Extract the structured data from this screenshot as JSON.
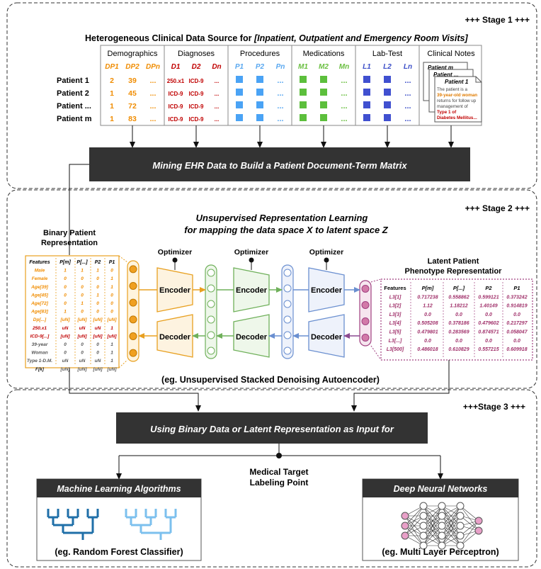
{
  "stages": {
    "s1": "+++ Stage 1 +++",
    "s2": "+++ Stage 2 +++",
    "s3": "+++Stage 3 +++"
  },
  "stage1": {
    "heading_plain": "Heterogeneous Clinical Data Source for ",
    "heading_italic": "[Inpatient, Outpatient and Emergency Room Visits]",
    "columns": [
      {
        "title": "Demographics",
        "headers": [
          "DP1",
          "DP2",
          "DPn"
        ],
        "color": "#f08c00",
        "rows": [
          [
            "2",
            "39",
            "..."
          ],
          [
            "1",
            "45",
            "..."
          ],
          [
            "1",
            "72",
            "..."
          ],
          [
            "1",
            "83",
            "..."
          ]
        ]
      },
      {
        "title": "Diagnoses",
        "headers": [
          "D1",
          "D2",
          "Dn"
        ],
        "color": "#c00000",
        "rows": [
          [
            "250.x1",
            "ICD-9",
            "..."
          ],
          [
            "ICD-9",
            "ICD-9",
            "..."
          ],
          [
            "ICD-9",
            "ICD-9",
            "..."
          ],
          [
            "ICD-9",
            "ICD-9",
            "..."
          ]
        ]
      },
      {
        "title": "Procedures",
        "headers": [
          "P1",
          "P2",
          "Pn"
        ],
        "color": "#5aa8f0",
        "square_color": "#4aa3f5"
      },
      {
        "title": "Medications",
        "headers": [
          "M1",
          "M2",
          "Mn"
        ],
        "color": "#6abf40",
        "square_color": "#5cbf3c"
      },
      {
        "title": "Lab-Test",
        "headers": [
          "L1",
          "L2",
          "Ln"
        ],
        "color": "#3c4fc8",
        "square_color": "#4050d0"
      },
      {
        "title": "Clinical Notes"
      }
    ],
    "patients": [
      "Patient 1",
      "Patient 2",
      "Patient ...",
      "Patient m"
    ],
    "notes": {
      "pm": "Patient m",
      "pdots": "Patient ...",
      "p1": "Patient 1",
      "line1": "The patient is a",
      "line2": "39-year-old woman",
      "line3": "returns for follow up",
      "line4": "management of",
      "line5": "Type 1 of",
      "line6": "Diabetes Mellitus..."
    },
    "mining_box": "Mining EHR Data to Build a Patient Document-Term Matrix"
  },
  "stage2": {
    "title_line1": "Unsupervised Representation Learning",
    "title_line2": "for mapping the data space X to latent space Z",
    "binary_label_1": "Binary Patient",
    "binary_label_2": "Representation",
    "latent_label_1": "Latent Patient",
    "latent_label_2": "Phenotype Representatior",
    "optimizer": "Optimizer",
    "encoder": "Encoder",
    "decoder": "Decoder",
    "caption": "(eg. Unsupervised Stacked Denoising Autoencoder)",
    "binary_table": {
      "headers": [
        "Features",
        "P[m]",
        "P[...]",
        "P2",
        "P1"
      ],
      "rows": [
        {
          "f": "Male",
          "c": "#f08c00",
          "v": [
            "1",
            "1",
            "1",
            "0"
          ]
        },
        {
          "f": "Female",
          "c": "#f08c00",
          "v": [
            "0",
            "0",
            "0",
            "1"
          ]
        },
        {
          "f": "Age[39]",
          "c": "#f08c00",
          "v": [
            "0",
            "0",
            "0",
            "1"
          ]
        },
        {
          "f": "Age[45]",
          "c": "#f08c00",
          "v": [
            "0",
            "0",
            "1",
            "0"
          ]
        },
        {
          "f": "Age[72]",
          "c": "#f08c00",
          "v": [
            "0",
            "1",
            "0",
            "0"
          ]
        },
        {
          "f": "Age[83]",
          "c": "#f08c00",
          "v": [
            "1",
            "0",
            "0",
            "0"
          ]
        },
        {
          "f": "Dp[...]",
          "c": "#f08c00",
          "v": [
            "[uN]",
            "[uN]",
            "[uN]",
            "[uN]"
          ]
        },
        {
          "f": "250.x1",
          "c": "#c00000",
          "v": [
            "uN",
            "uN",
            "uN",
            "1"
          ]
        },
        {
          "f": "ICD-9[...]",
          "c": "#c00000",
          "v": [
            "[uN]",
            "[uN]",
            "[uN]",
            "[uN]"
          ]
        },
        {
          "f": "39-year",
          "c": "#555555",
          "v": [
            "0",
            "0",
            "0",
            "1"
          ]
        },
        {
          "f": "Woman",
          "c": "#555555",
          "v": [
            "0",
            "0",
            "0",
            "1"
          ]
        },
        {
          "f": "Type 1-D.M.",
          "c": "#555555",
          "v": [
            "uN",
            "uN",
            "uN",
            "1"
          ]
        },
        {
          "f": "F[k]",
          "c": "#111111",
          "v": [
            "[uN]",
            "[uN]",
            "[uN]",
            "[uN]"
          ]
        }
      ]
    },
    "latent_table": {
      "headers": [
        "Features",
        "P[m]",
        "P[...]",
        "P2",
        "P1"
      ],
      "rows": [
        {
          "f": "L3[1]",
          "v": [
            "0.717238",
            "0.558862",
            "0.599121",
            "0.373242"
          ]
        },
        {
          "f": "L3[2]",
          "v": [
            "1.12",
            "1.18212",
            "1.40149",
            "0.914819"
          ]
        },
        {
          "f": "L3[3]",
          "v": [
            "0.0",
            "0.0",
            "0.0",
            "0.0"
          ]
        },
        {
          "f": "L3[4]",
          "v": [
            "0.505208",
            "0.378186",
            "0.479602",
            "0.217297"
          ]
        },
        {
          "f": "L3[5]",
          "v": [
            "0.479801",
            "0.283569",
            "0.874571",
            "0.058047"
          ]
        },
        {
          "f": "L3[...]",
          "v": [
            "0.0",
            "0.0",
            "0.0",
            "0.0"
          ]
        },
        {
          "f": "L3[500]",
          "v": [
            "0.486018",
            "0.610829",
            "0.557215",
            "0.609918"
          ]
        }
      ]
    }
  },
  "stage3": {
    "input_box": "Using Binary Data or Latent Representation as Input for",
    "target_1": "Medical Target",
    "target_2": "Labeling Point",
    "ml_title": "Machine Learning Algorithms",
    "ml_caption": "(eg. Random Forest Classifier)",
    "dnn_title": "Deep  Neural Networks",
    "dnn_caption": "(eg. Multi Layer Perceptron)"
  },
  "colors": {
    "orange": "#f0a020",
    "green": "#6fb05a",
    "blue": "#6a8fd0",
    "purple": "#a04080",
    "dark_box": "#333333"
  }
}
